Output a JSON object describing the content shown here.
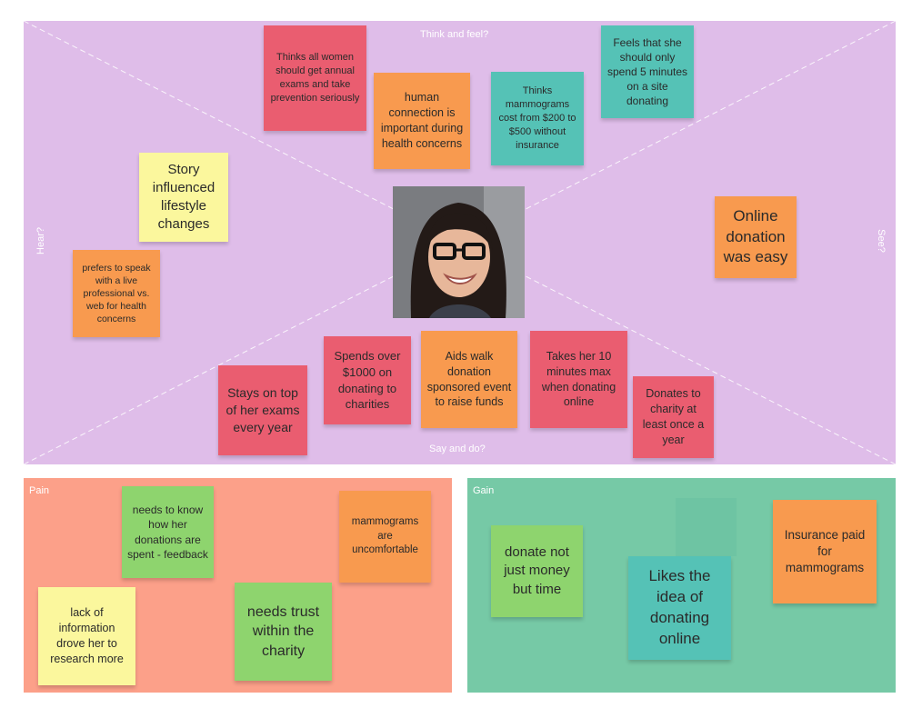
{
  "empathy_map": {
    "labels": {
      "top": "Think and feel?",
      "left": "Hear?",
      "right": "See?",
      "bottom": "Say and do?"
    },
    "notes": [
      {
        "text": "Thinks all women should get annual exams and take prevention seriously",
        "color": "#ea5d70"
      },
      {
        "text": "human connection is important during health concerns",
        "color": "#f89a4f"
      },
      {
        "text": "Thinks mammograms cost from $200 to $500 without insurance",
        "color": "#55c2b6"
      },
      {
        "text": "Feels that she should only spend 5 minutes on a site donating",
        "color": "#55c2b6"
      },
      {
        "text": "Story influenced lifestyle changes",
        "color": "#fbf79d"
      },
      {
        "text": "prefers to speak with a live professional vs. web for health concerns",
        "color": "#f89a4f"
      },
      {
        "text": "Online donation was easy",
        "color": "#f89a4f"
      },
      {
        "text": "Spends over $1000 on donating to charities",
        "color": "#ea5d70"
      },
      {
        "text": "Aids walk donation sponsored event to raise funds",
        "color": "#f89a4f"
      },
      {
        "text": "Takes her 10 minutes max when donating online",
        "color": "#ea5d70"
      },
      {
        "text": "Stays on top of her exams every year",
        "color": "#ea5d70"
      },
      {
        "text": "Donates to charity at least once a year",
        "color": "#ea5d70"
      }
    ]
  },
  "pain": {
    "label": "Pain",
    "notes": [
      {
        "text": "needs to know how her donations are spent - feedback"
      },
      {
        "text": "mammograms are uncomfortable"
      },
      {
        "text": "lack of information drove her to research more"
      },
      {
        "text": "needs trust within the charity"
      }
    ]
  },
  "gain": {
    "label": "Gain",
    "notes": [
      {
        "text": "donate not just money but time"
      },
      {
        "text": "Insurance paid for mammograms"
      },
      {
        "text": "Likes the idea of donating online"
      }
    ]
  }
}
